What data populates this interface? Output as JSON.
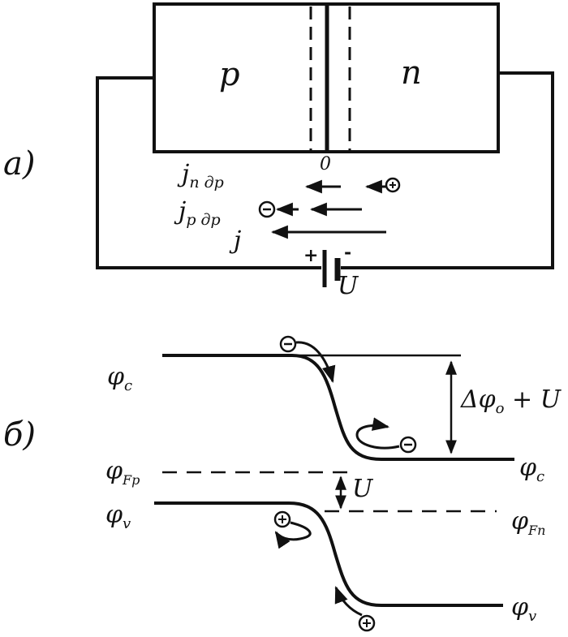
{
  "panel_a": {
    "label": "a)",
    "p_region": "p",
    "n_region": "n",
    "junction_label": "0",
    "current_jn": "j",
    "current_jn_sub": "n дp",
    "current_jp": "j",
    "current_jp_sub": "p дp",
    "current_total": "j",
    "plus_sign": "+",
    "minus_sign": "-",
    "voltage": "U"
  },
  "panel_b": {
    "label": "б)",
    "phi_c_left": "φ",
    "phi_c_left_sub": "c",
    "phi_c_right": "φ",
    "phi_c_right_sub": "c",
    "phi_fp": "φ",
    "phi_fp_sub": "Fp",
    "phi_v_left": "φ",
    "phi_v_left_sub": "v",
    "phi_fn": "φ",
    "phi_fn_sub": "Fn",
    "phi_v_right": "φ",
    "phi_v_right_sub": "v",
    "barrier": "Δφ",
    "barrier_sub": "o",
    "barrier_tail": " + U",
    "u_gap": "U"
  },
  "colors": {
    "ink": "#111111",
    "paper": "#ffffff"
  }
}
